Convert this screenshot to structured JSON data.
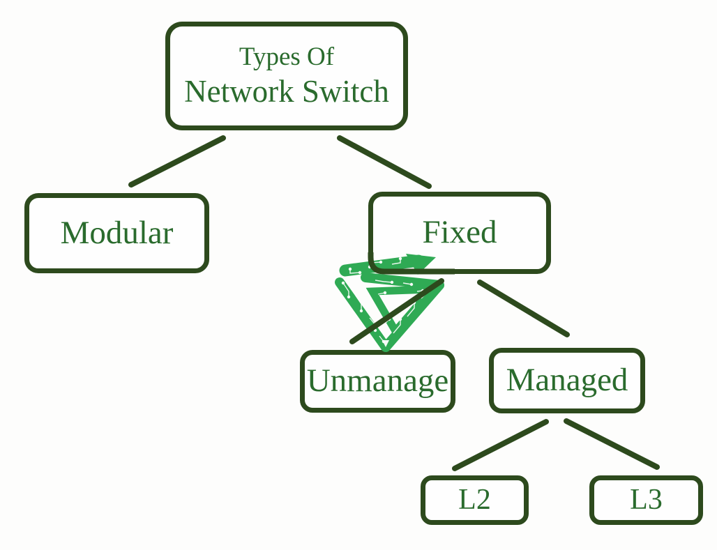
{
  "title": {
    "line1": "Types Of",
    "line2": "Network Switch"
  },
  "nodes": {
    "modular": {
      "label": "Modular"
    },
    "fixed": {
      "label": "Fixed"
    },
    "unmanaged": {
      "label": "Unmanage"
    },
    "managed": {
      "label": "Managed"
    },
    "l2": {
      "label": "L2"
    },
    "l3": {
      "label": "L3"
    }
  },
  "edges": [
    {
      "from": "root",
      "to": "modular"
    },
    {
      "from": "root",
      "to": "fixed"
    },
    {
      "from": "fixed",
      "to": "unmanaged"
    },
    {
      "from": "fixed",
      "to": "managed"
    },
    {
      "from": "managed",
      "to": "l2"
    },
    {
      "from": "managed",
      "to": "l3"
    }
  ],
  "watermark": {
    "icon": "circuit-diamond-g-logo"
  },
  "colors": {
    "outline": "#2d4a1d",
    "text": "#2a6b2d",
    "logo_green": "#2faa54",
    "background": "#fdfdfc"
  }
}
